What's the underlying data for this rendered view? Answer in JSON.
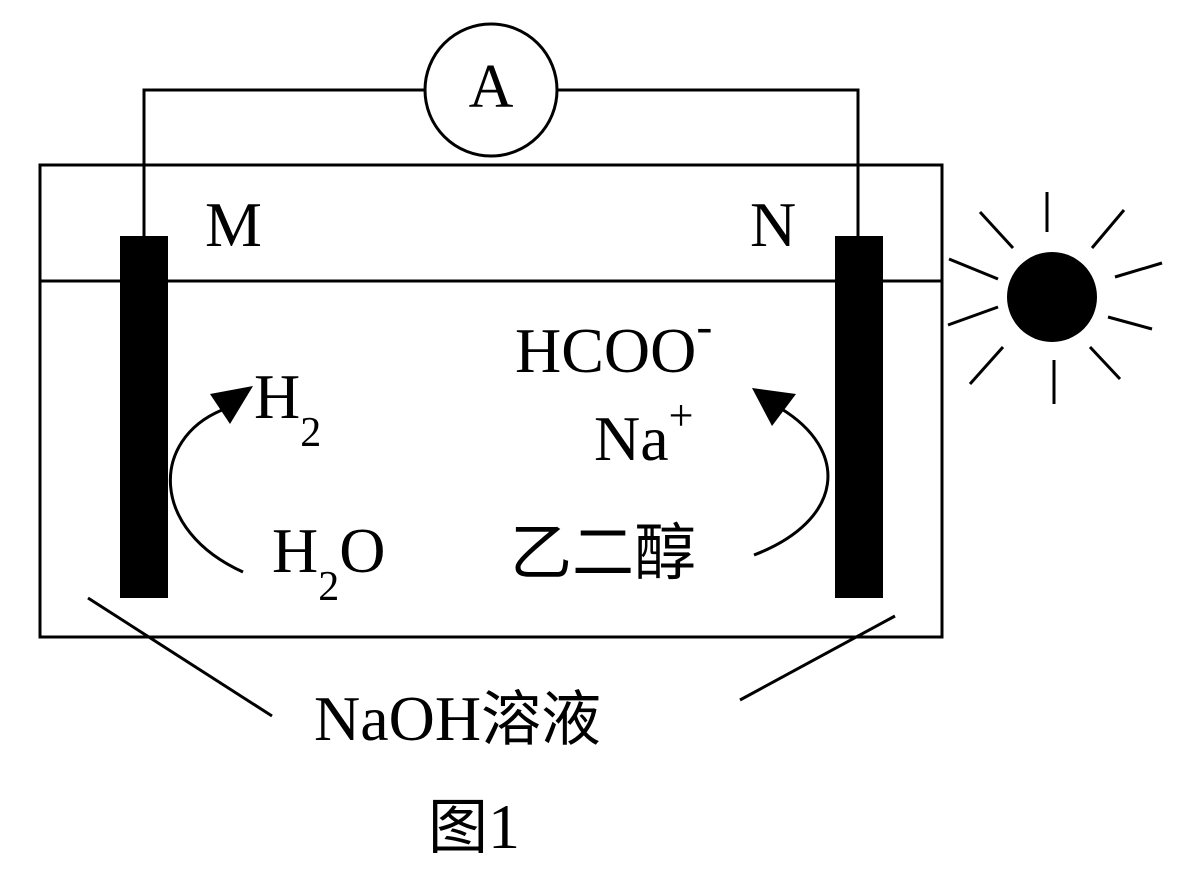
{
  "ammeter": {
    "symbol": "A"
  },
  "electrodes": {
    "left": "M",
    "right": "N"
  },
  "left_side": {
    "product": "H",
    "product_sub": "2",
    "reactant": "H",
    "reactant_sub": "2",
    "reactant_tail": "O"
  },
  "right_side": {
    "ion1": "HCOO",
    "ion1_charge": "-",
    "ion2": "Na",
    "ion2_charge": "+",
    "reactant": "乙二醇"
  },
  "solution": {
    "label_latin": "NaOH",
    "label_cjk": "溶液"
  },
  "caption": {
    "prefix": "图",
    "number": "1"
  }
}
